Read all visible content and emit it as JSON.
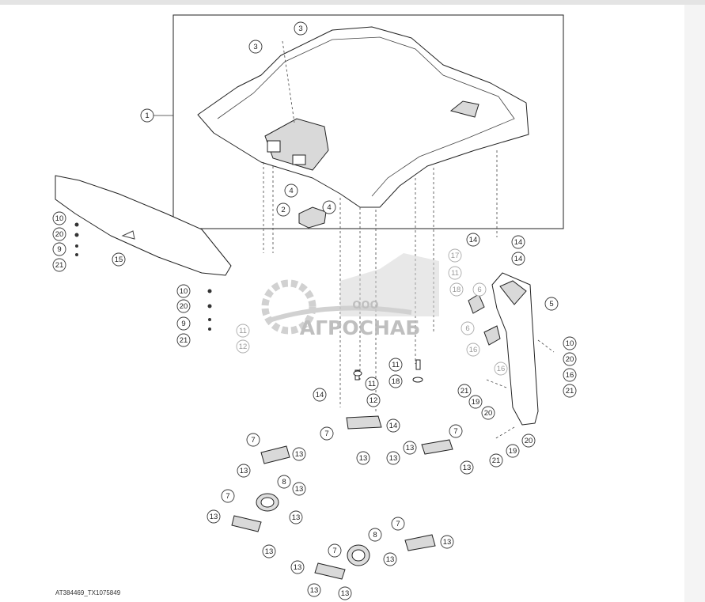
{
  "figure_id": "AT384469_TX1075849",
  "watermark": {
    "prefix": "ООО",
    "name": "АГРОСНАБ",
    "colors": {
      "gear": "#c9c9c9",
      "text": "#b5b5b5",
      "truck": "#d2d2d2"
    }
  },
  "callouts": [
    {
      "n": "1"
    },
    {
      "n": "3"
    },
    {
      "n": "3"
    },
    {
      "n": "4"
    },
    {
      "n": "4"
    },
    {
      "n": "2"
    },
    {
      "n": "10"
    },
    {
      "n": "20"
    },
    {
      "n": "9"
    },
    {
      "n": "21"
    },
    {
      "n": "15"
    },
    {
      "n": "10"
    },
    {
      "n": "20"
    },
    {
      "n": "9"
    },
    {
      "n": "21"
    },
    {
      "n": "11"
    },
    {
      "n": "12"
    },
    {
      "n": "14"
    },
    {
      "n": "14"
    },
    {
      "n": "14"
    },
    {
      "n": "17"
    },
    {
      "n": "11"
    },
    {
      "n": "18"
    },
    {
      "n": "6"
    },
    {
      "n": "6"
    },
    {
      "n": "5"
    },
    {
      "n": "16"
    },
    {
      "n": "16"
    },
    {
      "n": "11"
    },
    {
      "n": "12"
    },
    {
      "n": "11"
    },
    {
      "n": "18"
    },
    {
      "n": "10"
    },
    {
      "n": "20"
    },
    {
      "n": "16"
    },
    {
      "n": "21"
    },
    {
      "n": "21"
    },
    {
      "n": "19"
    },
    {
      "n": "20"
    },
    {
      "n": "14"
    },
    {
      "n": "14"
    },
    {
      "n": "7"
    },
    {
      "n": "13"
    },
    {
      "n": "13"
    },
    {
      "n": "7"
    },
    {
      "n": "13"
    },
    {
      "n": "13"
    },
    {
      "n": "20"
    },
    {
      "n": "19"
    },
    {
      "n": "21"
    },
    {
      "n": "7"
    },
    {
      "n": "13"
    },
    {
      "n": "13"
    },
    {
      "n": "8"
    },
    {
      "n": "13"
    },
    {
      "n": "13"
    },
    {
      "n": "7"
    },
    {
      "n": "13"
    },
    {
      "n": "13"
    },
    {
      "n": "7"
    },
    {
      "n": "13"
    },
    {
      "n": "7"
    },
    {
      "n": "8"
    },
    {
      "n": "13"
    },
    {
      "n": "13"
    },
    {
      "n": "13"
    },
    {
      "n": "13"
    }
  ]
}
